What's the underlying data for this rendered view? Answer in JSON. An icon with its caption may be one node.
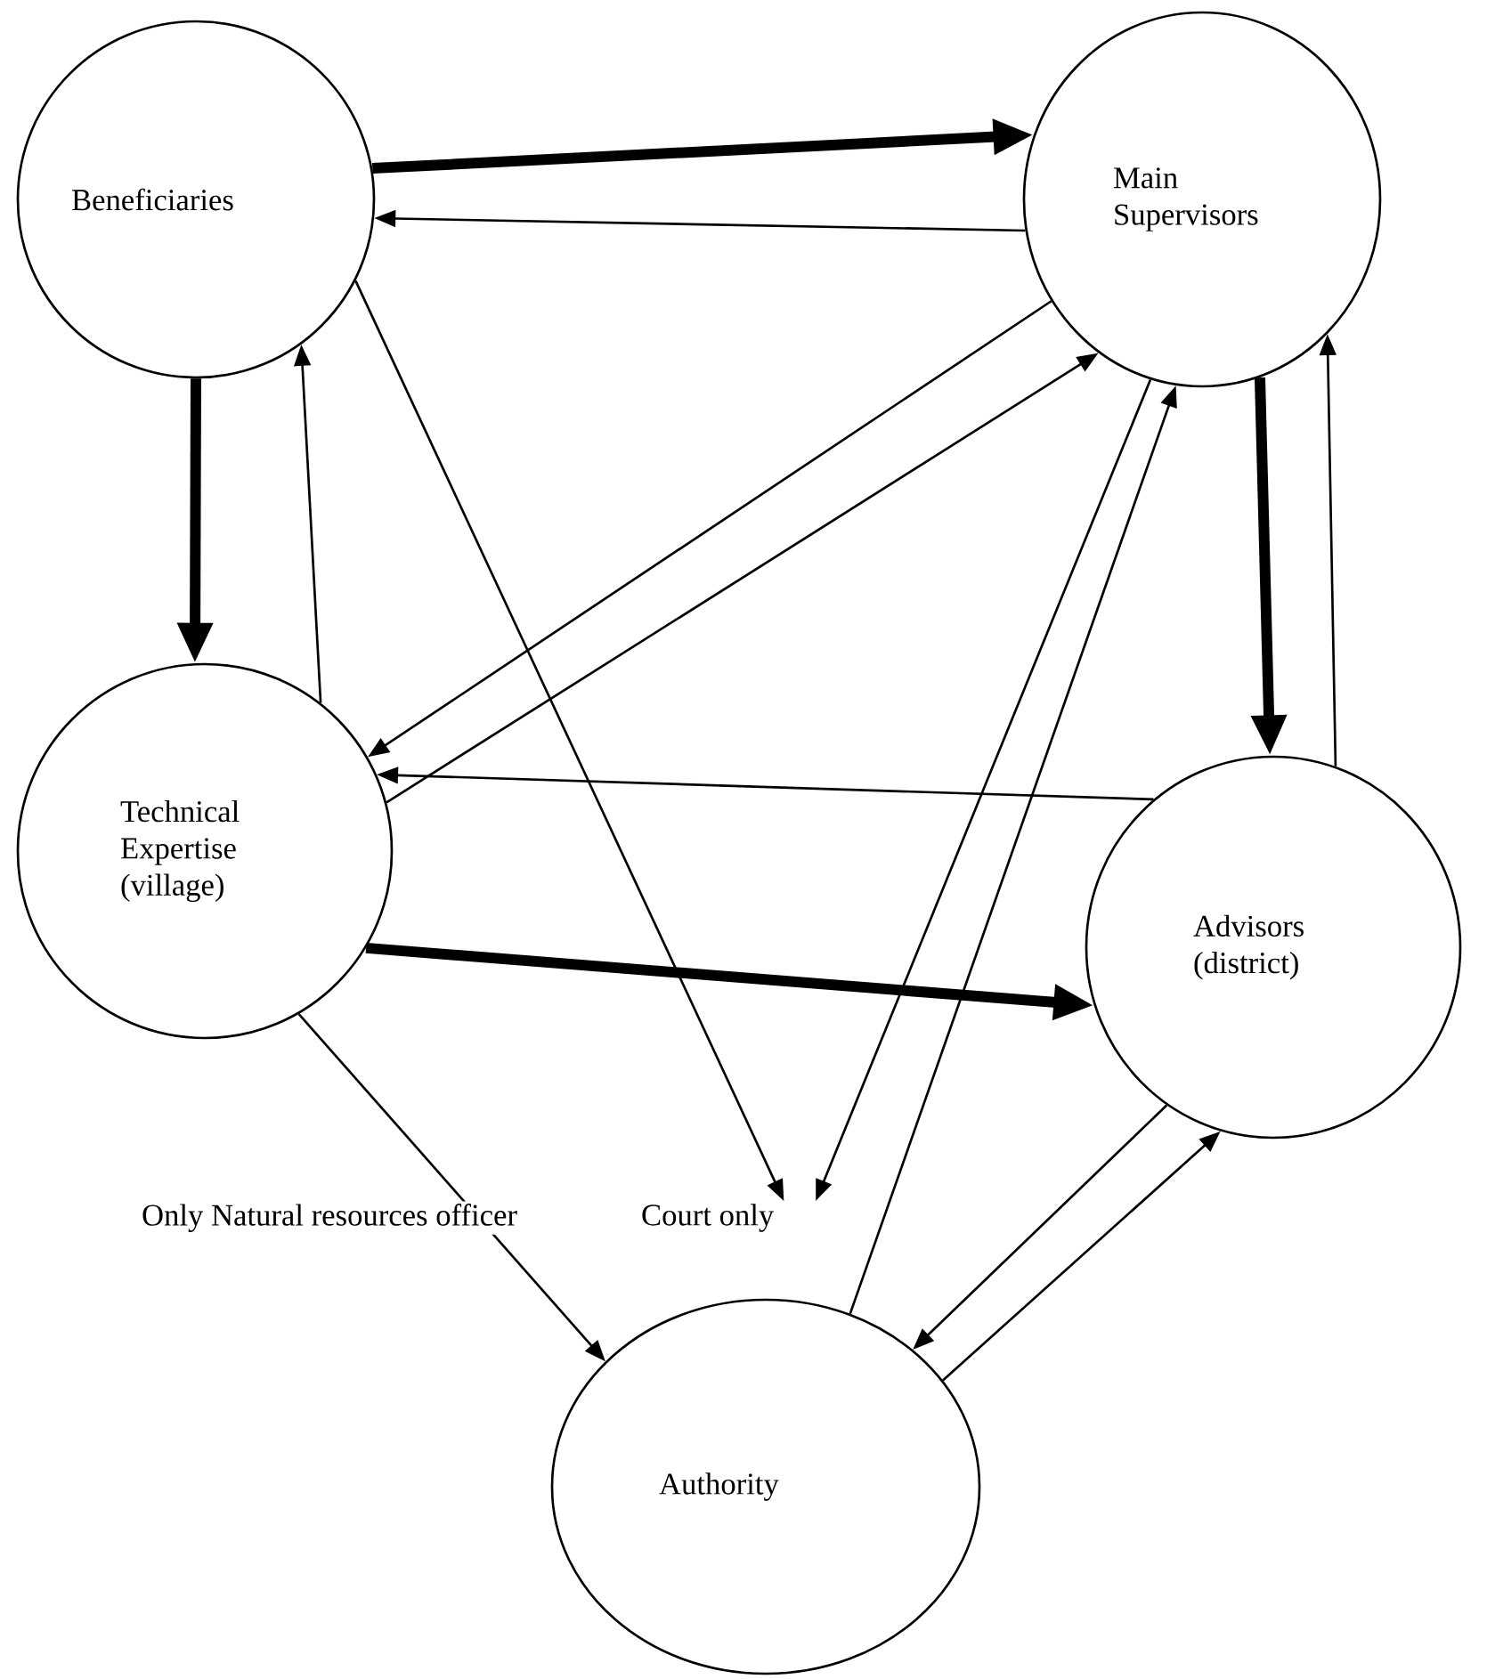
{
  "diagram": {
    "nodes": [
      {
        "text": [
          "Beneficiaries"
        ]
      },
      {
        "text": [
          "Main Supervisors"
        ]
      },
      {
        "text": [
          "Technical Expertise (village)"
        ]
      },
      {
        "text": [
          "Advisors (district)"
        ]
      },
      {
        "text": [
          "Court only"
        ]
      },
      {
        "text": [
          "Authority"
        ]
      }
    ],
    "edges": [
      {
        "from": 0,
        "to": 1,
        "arrow": "to",
        "style": "thick"
      },
      {
        "from": 1,
        "to": 0,
        "arrow": "to"
      },
      {
        "from": 0,
        "to": 2,
        "arrow": "to",
        "style": "thick"
      },
      {
        "from": 2,
        "to": 0,
        "arrow": "to"
      },
      {
        "from": 0,
        "to": 4,
        "arrow": "to"
      },
      {
        "from": 1,
        "to": 2,
        "arrow": "to"
      },
      {
        "from": 2,
        "to": 1,
        "arrow": "to"
      },
      {
        "from": 1,
        "to": 4,
        "arrow": "to"
      },
      {
        "from": 5,
        "to": 1,
        "arrow": "to"
      },
      {
        "from": 1,
        "to": 3,
        "arrow": "to",
        "style": "thick"
      },
      {
        "from": 3,
        "to": 1,
        "arrow": "to"
      },
      {
        "from": 3,
        "to": 2,
        "arrow": "to"
      },
      {
        "from": 2,
        "to": 3,
        "arrow": "to",
        "style": "thick"
      },
      {
        "from": 2,
        "to": 5,
        "arrow": "to",
        "label": "Only Natural resources officer"
      },
      {
        "from": 3,
        "to": 5,
        "arrow": "to"
      },
      {
        "from": 5,
        "to": 3,
        "arrow": "to"
      }
    ]
  }
}
